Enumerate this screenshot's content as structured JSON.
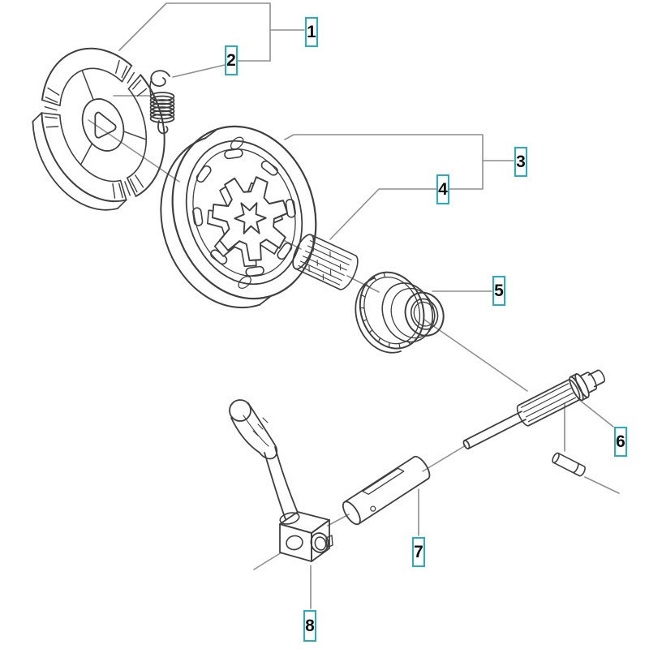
{
  "diagram": {
    "background_color": "#ffffff",
    "art_line_color": "#3f3f3f",
    "leader_line_color": "#8e8e8e",
    "accent_color": "#2aacc0",
    "callouts": [
      {
        "number": "1",
        "part": "clutch-shoe-assembly"
      },
      {
        "number": "2",
        "part": "clutch-spring"
      },
      {
        "number": "3",
        "part": "clutch-drum-sprocket"
      },
      {
        "number": "4",
        "part": "needle-bearing"
      },
      {
        "number": "5",
        "part": "worm-gear"
      },
      {
        "number": "6",
        "part": "splined-shaft"
      },
      {
        "number": "7",
        "part": "cylinder-sleeve"
      },
      {
        "number": "8",
        "part": "pump-body-with-lever"
      }
    ]
  }
}
